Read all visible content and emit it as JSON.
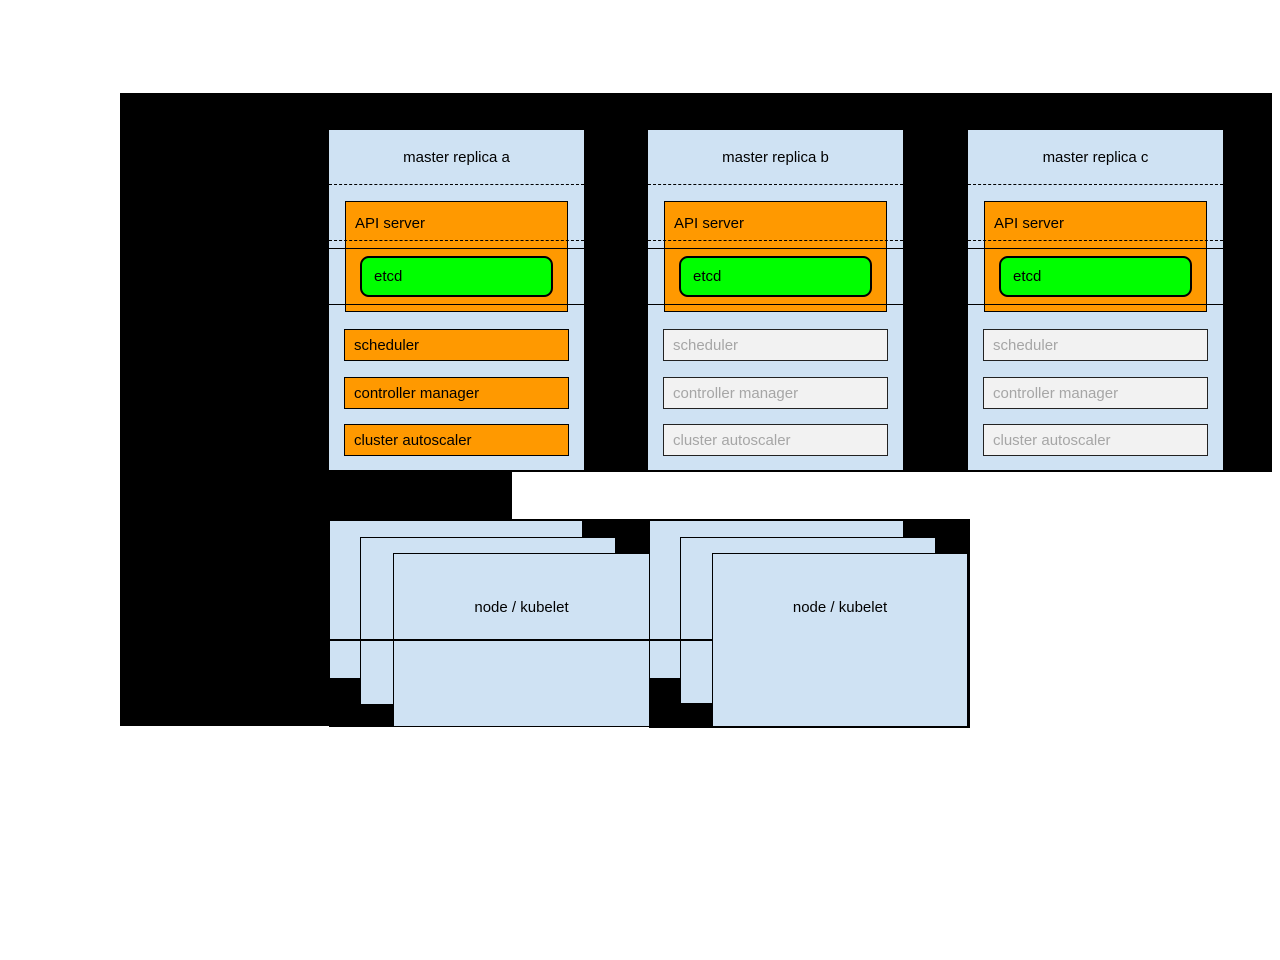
{
  "masters": [
    {
      "title": "master replica a",
      "active": true,
      "api_server_label": "API server",
      "etcd_label": "etcd",
      "components": [
        "scheduler",
        "controller manager",
        "cluster autoscaler"
      ]
    },
    {
      "title": "master replica b",
      "active": false,
      "api_server_label": "API server",
      "etcd_label": "etcd",
      "components": [
        "scheduler",
        "controller manager",
        "cluster autoscaler"
      ]
    },
    {
      "title": "master replica c",
      "active": false,
      "api_server_label": "API server",
      "etcd_label": "etcd",
      "components": [
        "scheduler",
        "controller manager",
        "cluster autoscaler"
      ]
    }
  ],
  "node_groups": [
    {
      "label": "node / kubelet"
    },
    {
      "label": "node / kubelet"
    }
  ],
  "colors": {
    "background": "#000000",
    "box_fill": "#cfe2f3",
    "active_fill": "#ff9900",
    "etcd_fill": "#00ff00",
    "inactive_fill": "#f2f2f2",
    "inactive_text": "#a6a6a6"
  }
}
